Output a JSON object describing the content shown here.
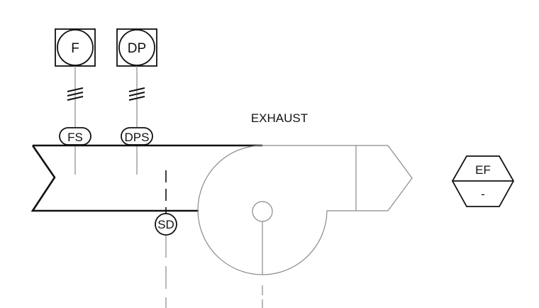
{
  "diagram": {
    "title": "EXHAUST",
    "devices": {
      "fan_status_panel": "F",
      "damper_position_panel": "DP",
      "fan_switch": "FS",
      "damper_position_switch": "DPS",
      "smoke_damper": "SD"
    },
    "fan_tag": {
      "name": "EF",
      "number": "-"
    }
  }
}
